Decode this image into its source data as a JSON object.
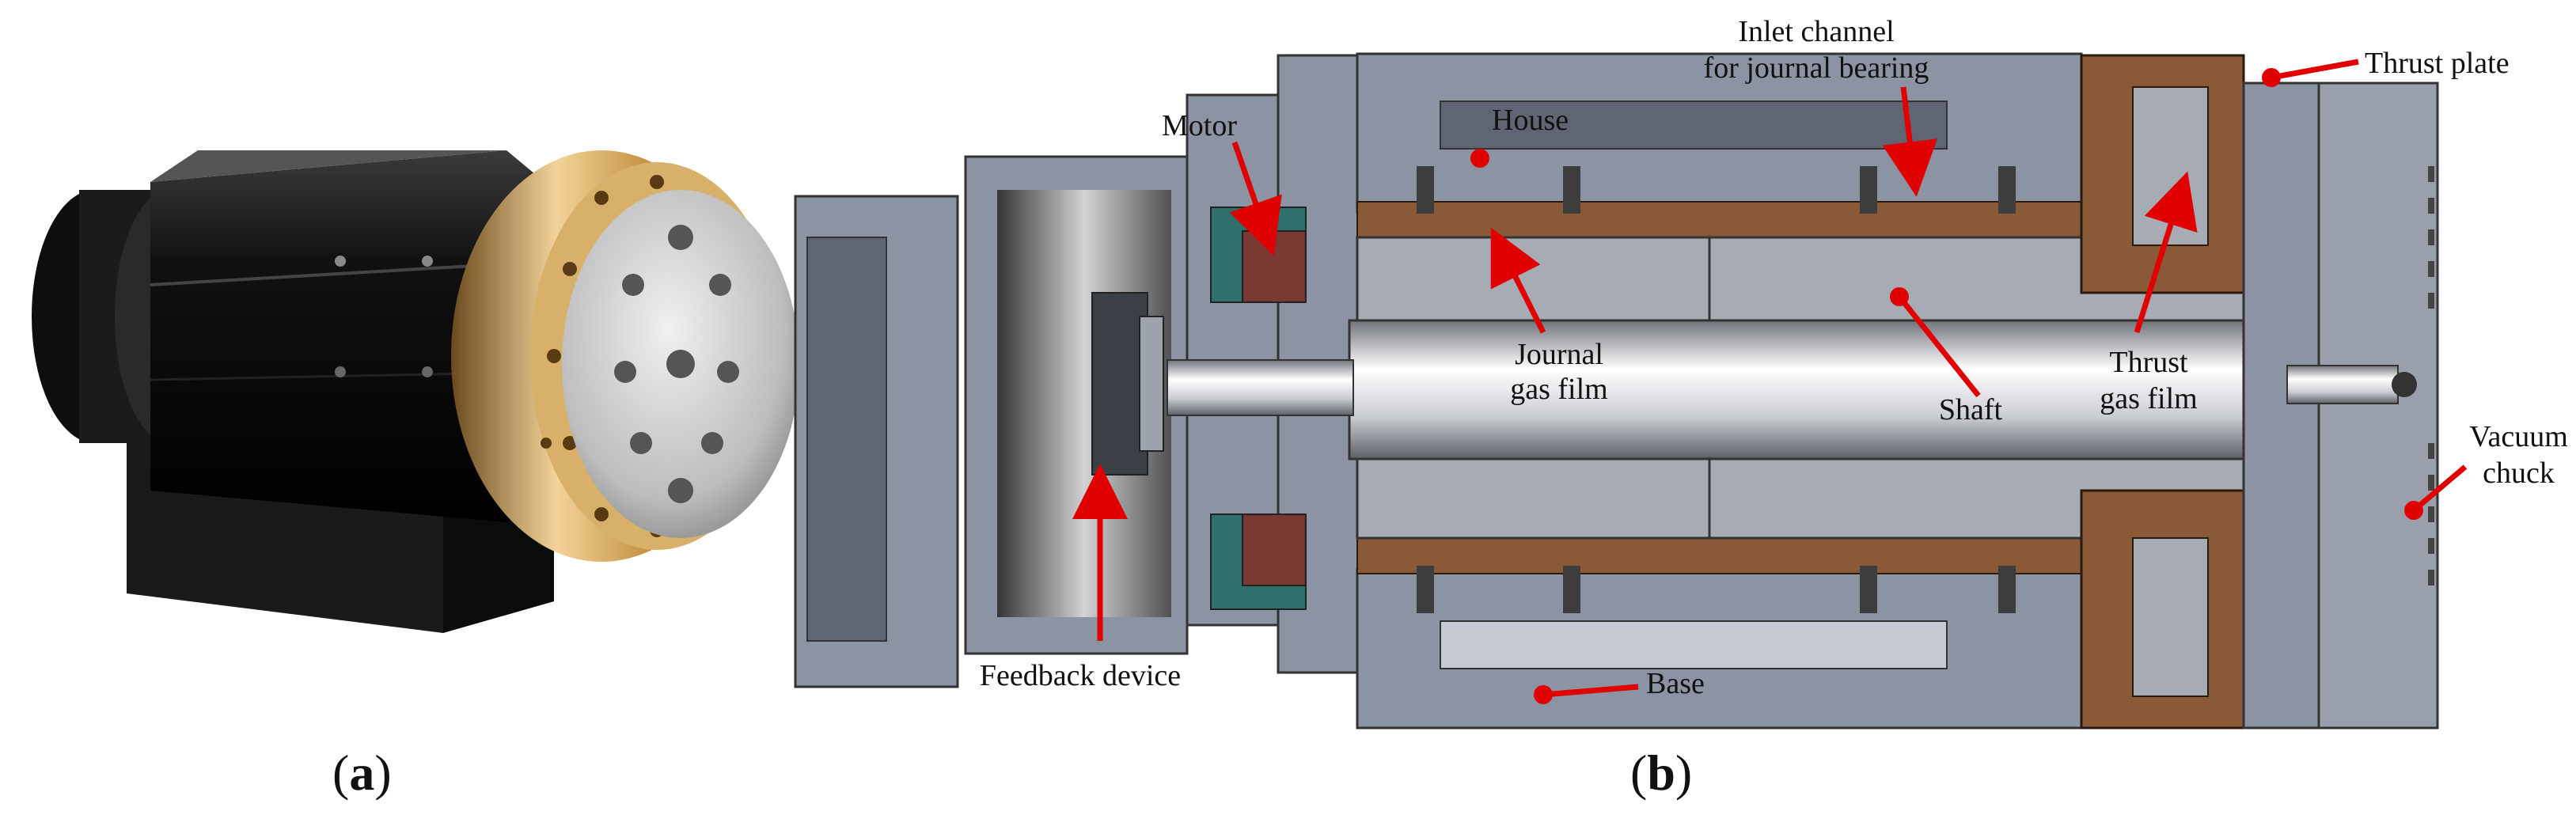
{
  "figure": {
    "panel_a": {
      "caption_open": "(",
      "caption_letter": "a",
      "caption_close": ")"
    },
    "panel_b": {
      "caption_open": "(",
      "caption_letter": "b",
      "caption_close": ")"
    },
    "labels": {
      "motor": "Motor",
      "house": "House",
      "inlet_line1": "Inlet channel",
      "inlet_line2": "for journal bearing",
      "thrust_plate": "Thrust plate",
      "journal_line1": "Journal",
      "journal_line2": "gas film",
      "shaft": "Shaft",
      "thrust_line1": "Thrust",
      "thrust_line2": "gas film",
      "vacuum_line1": "Vacuum",
      "vacuum_line2": "chuck",
      "feedback": "Feedback device",
      "base": "Base"
    },
    "colors": {
      "steel": "#8c93a3",
      "steel_dark": "#5f6573",
      "bronze": "#8a5a38",
      "motor_coil": "#7a3a33",
      "motor_core": "#2f6f6c",
      "arrow": "#e00000"
    }
  }
}
